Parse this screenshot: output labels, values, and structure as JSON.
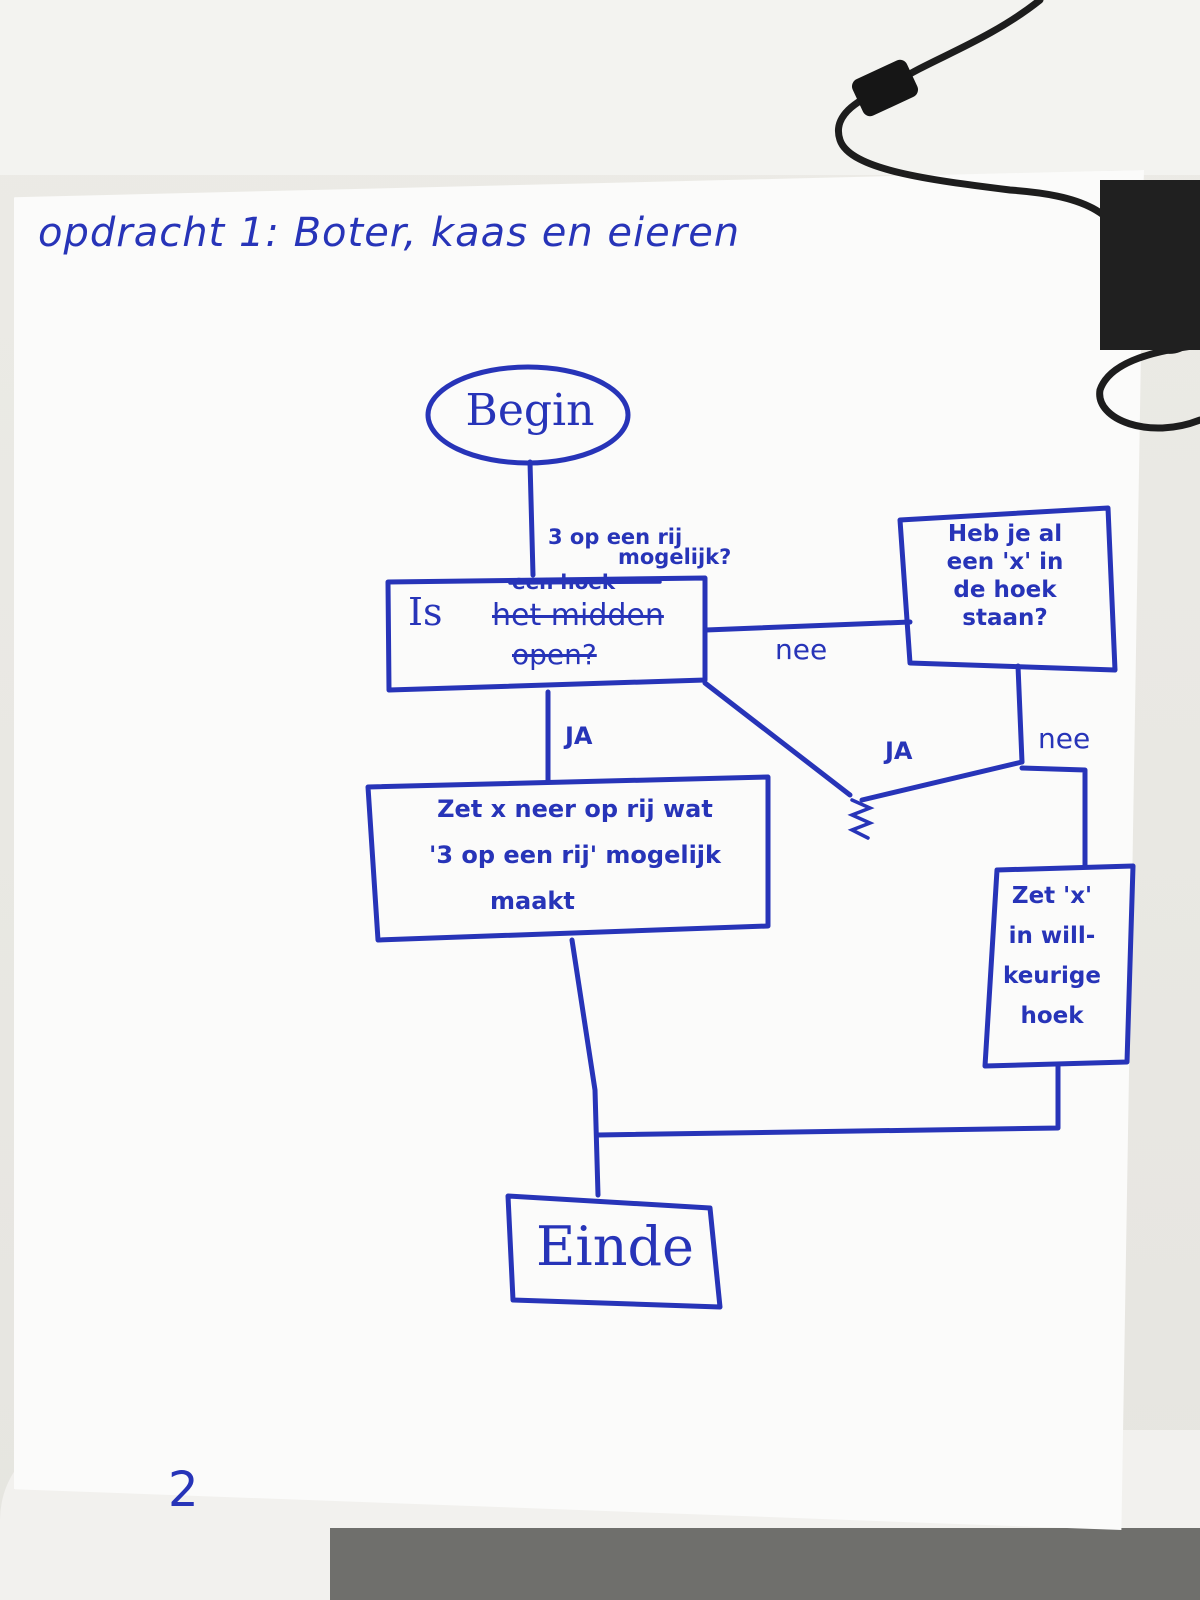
{
  "title": "opdracht 1: Boter, kaas en eieren",
  "page_number": "2",
  "nodes": {
    "begin": "Begin",
    "question1": {
      "note": [
        "3 op een rij",
        "mogelijk?"
      ],
      "is": "Is",
      "struck_lines": [
        "een hoek",
        "het midden",
        "open?"
      ]
    },
    "question2": [
      "Heb je al",
      "een 'x' in",
      "de hoek",
      "staan?"
    ],
    "action1": [
      "Zet x neer op rij wat",
      "'3 op een rij' mogelijk",
      "maakt"
    ],
    "action2": [
      "Zet 'x'",
      "in will-",
      "keurige",
      "hoek"
    ],
    "end": "Einde"
  },
  "edges": {
    "q1_no": "nee",
    "q1_yes": "JA",
    "q2_yes": "JA",
    "q2_no": "nee"
  },
  "colors": {
    "ink": "#2734b8",
    "paper": "#fbfbfa"
  }
}
